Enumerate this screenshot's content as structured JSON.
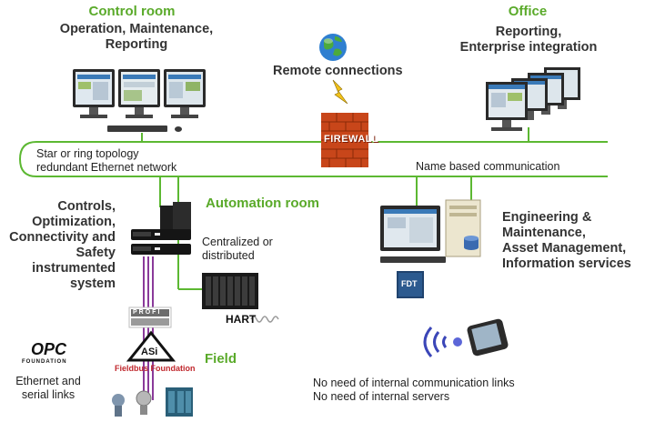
{
  "control_room": {
    "title": "Control room",
    "subtitle": "Operation, Maintenance,\nReporting"
  },
  "office": {
    "title": "Office",
    "subtitle": "Reporting,\nEnterprise integration"
  },
  "remote": {
    "label": "Remote connections"
  },
  "firewall": {
    "label": "FIREWALL"
  },
  "network": {
    "topology_label": "Star or ring topology\nredundant Ethernet network",
    "name_based_label": "Name based communication"
  },
  "automation_room": {
    "title": "Automation room",
    "left_label": "Controls,\nOptimization,\nConnectivity and\nSafety\ninstrumented\nsystem",
    "controller_label": "Centralized or\ndistributed"
  },
  "engineering": {
    "label": "Engineering &\nMaintenance,\nAsset Management,\nInformation services"
  },
  "field": {
    "title": "Field",
    "ethernet_label": "Ethernet and\nserial links"
  },
  "logos": {
    "opc": "OPC",
    "opc_sub": "FOUNDATION",
    "asi": "ASi",
    "fieldbus": "Fieldbus Foundation",
    "hart": "HART",
    "fdt": "FDT",
    "profibus": "PROFI"
  },
  "wireless": {
    "note": "No need of internal communication links\nNo need of internal servers"
  },
  "colors": {
    "green": "#5aaa2a",
    "line": "#5cb832",
    "purple": "#8a3a9a",
    "firewall": "#c8461a"
  },
  "icons": [
    "globe-icon",
    "lightning-icon",
    "monitor-icon",
    "server-icon",
    "controller-icon",
    "phone-icon",
    "signal-icon"
  ]
}
